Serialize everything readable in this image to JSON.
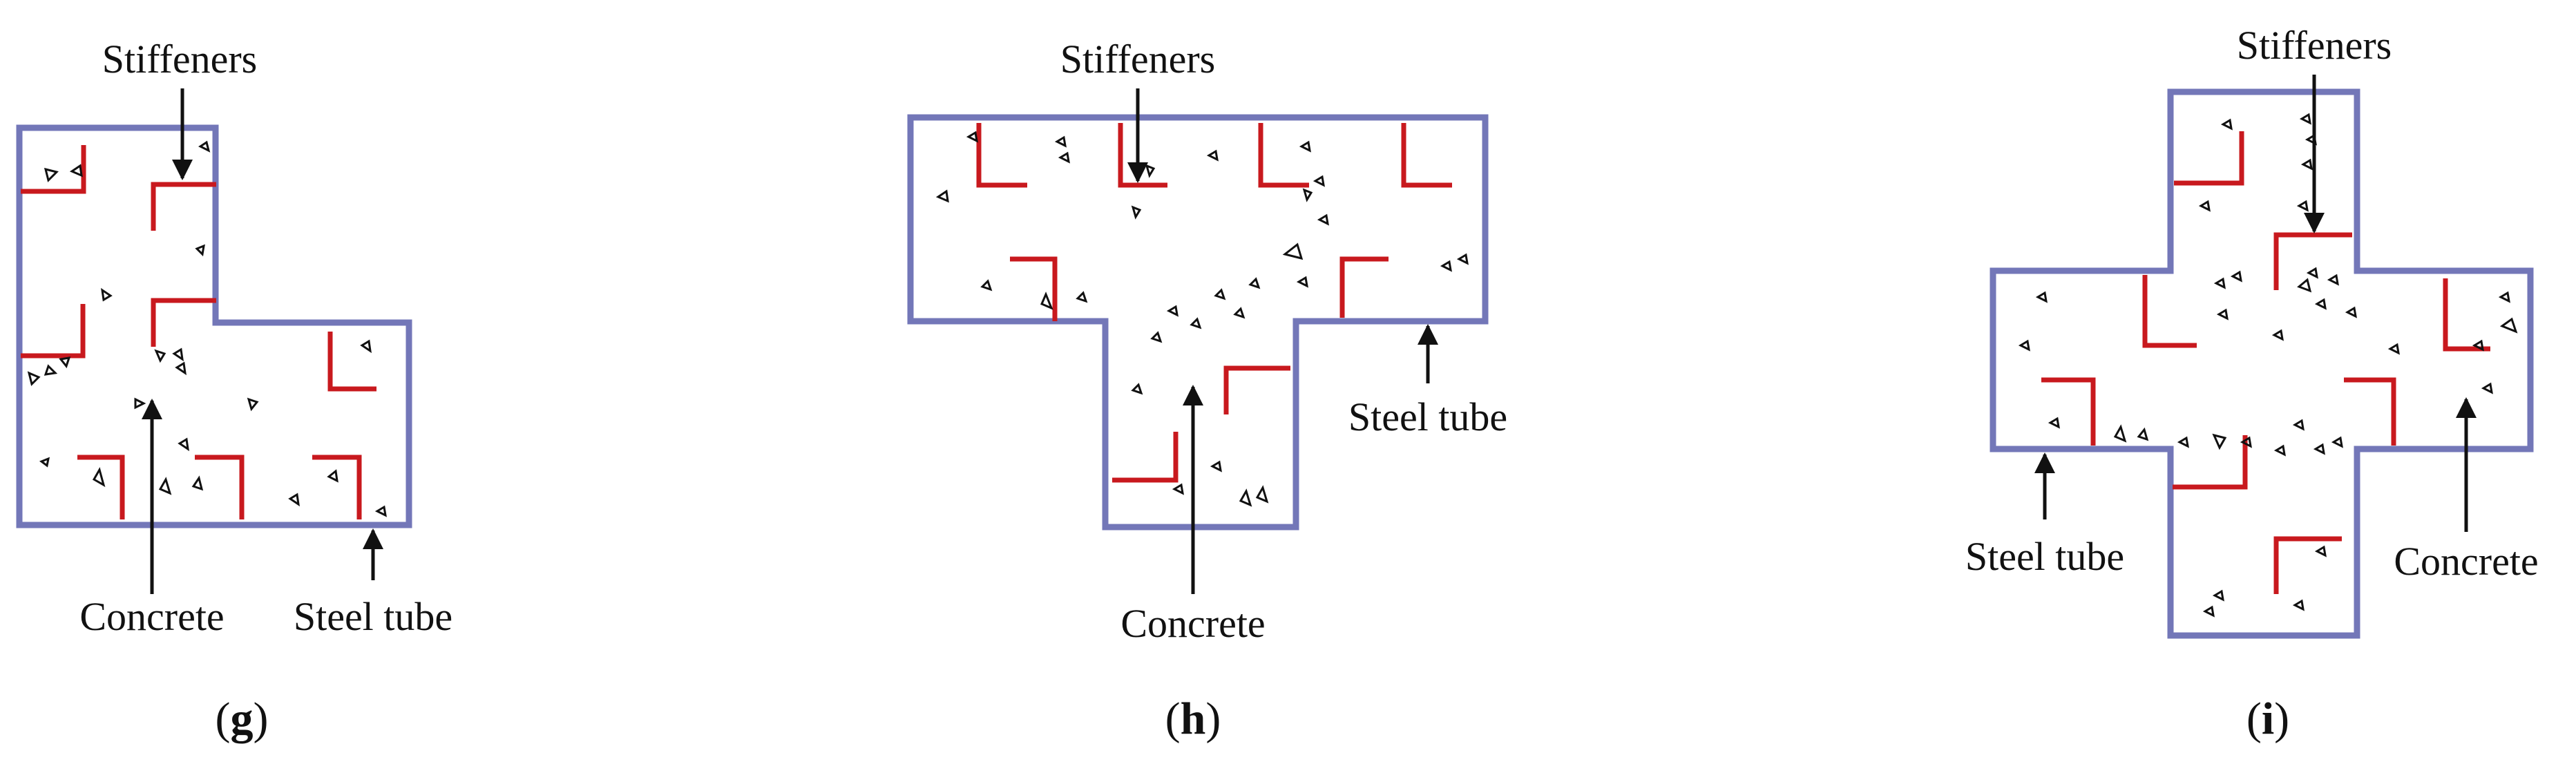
{
  "panels": [
    {
      "id": "g",
      "caption": "g",
      "labels": {
        "stiffeners": "Stiffeners",
        "concrete": "Concrete",
        "steel_tube": "Steel tube"
      }
    },
    {
      "id": "h",
      "caption": "h",
      "labels": {
        "stiffeners": "Stiffeners",
        "concrete": "Concrete",
        "steel_tube": "Steel tube"
      }
    },
    {
      "id": "i",
      "caption": "i",
      "labels": {
        "stiffeners": "Stiffeners",
        "concrete": "Concrete",
        "steel_tube": "Steel tube"
      }
    }
  ],
  "colors": {
    "steel_tube": "#7377b8",
    "stiffener": "#c8191e",
    "text": "#111111",
    "background": "#ffffff"
  }
}
